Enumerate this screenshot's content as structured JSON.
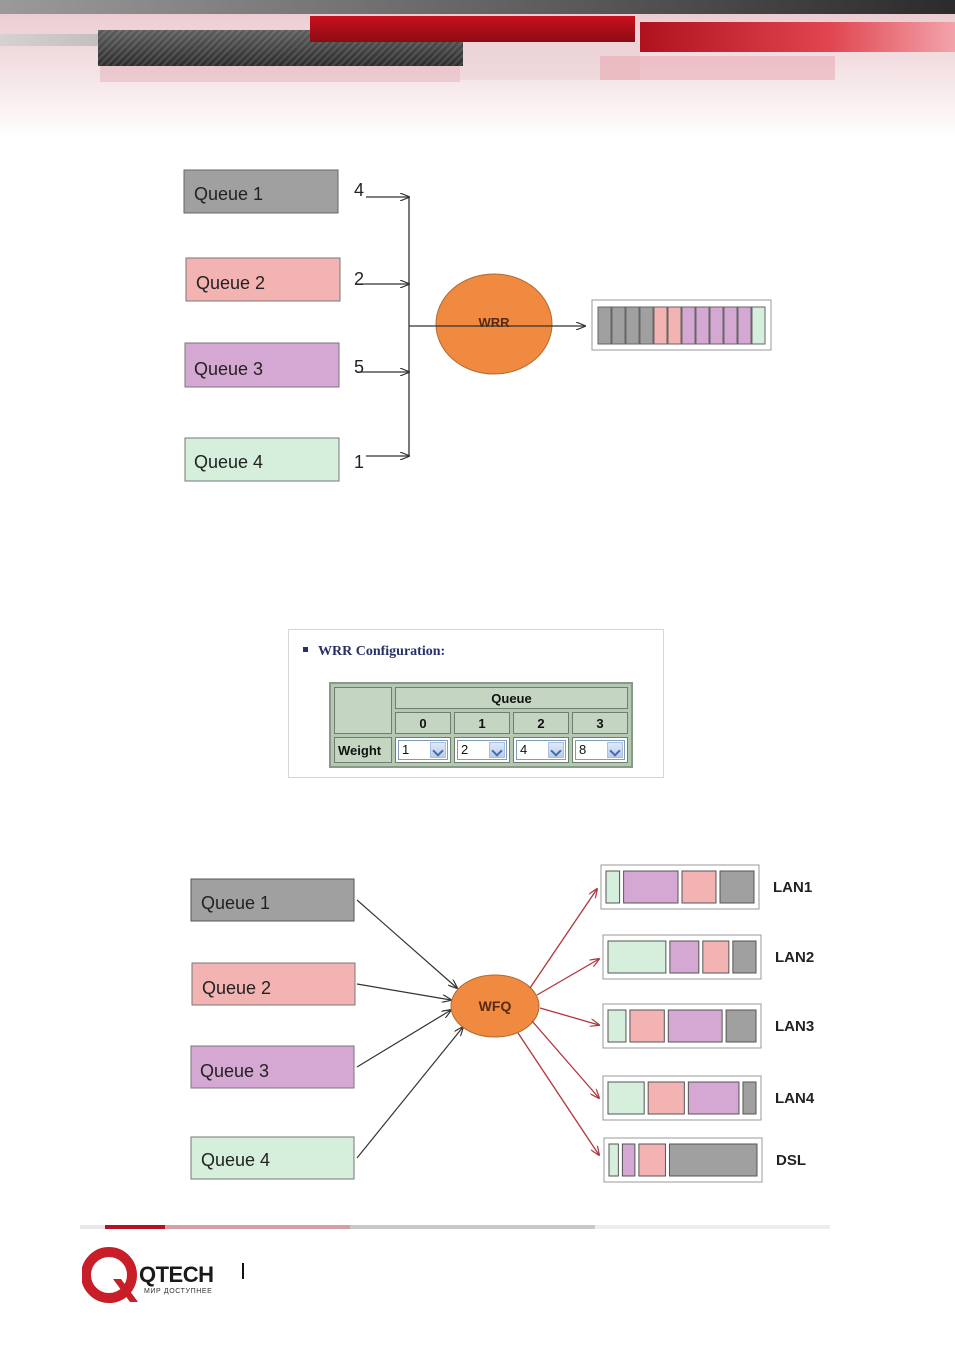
{
  "wrr_diagram": {
    "queues": [
      {
        "label": "Queue 1",
        "weight": "4",
        "color": "#a0a0a0"
      },
      {
        "label": "Queue 2",
        "weight": "2",
        "color": "#f4b3b3"
      },
      {
        "label": "Queue 3",
        "weight": "5",
        "color": "#d4a8d2"
      },
      {
        "label": "Queue 4",
        "weight": "1",
        "color": "#d6efdc"
      }
    ],
    "scheduler_label": "WRR",
    "scheduler_color": "#ef8a40",
    "output_slots": [
      "#a0a0a0",
      "#a0a0a0",
      "#a0a0a0",
      "#a0a0a0",
      "#f4b3b3",
      "#f4b3b3",
      "#d4a8d2",
      "#d4a8d2",
      "#d4a8d2",
      "#d4a8d2",
      "#d4a8d2",
      "#d6efdc"
    ]
  },
  "wrr_config": {
    "title": "WRR Configuration:",
    "queue_header": "Queue",
    "queue_numbers": [
      "0",
      "1",
      "2",
      "3"
    ],
    "weight_label": "Weight",
    "weights": [
      "1",
      "2",
      "4",
      "8"
    ]
  },
  "wfq_diagram": {
    "queues": [
      {
        "label": "Queue 1",
        "color": "#a0a0a0"
      },
      {
        "label": "Queue 2",
        "color": "#f4b3b3"
      },
      {
        "label": "Queue 3",
        "color": "#d4a8d2"
      },
      {
        "label": "Queue 4",
        "color": "#d6efdc"
      }
    ],
    "scheduler_label": "WFQ",
    "scheduler_color": "#ef8a40",
    "outputs": [
      {
        "label": "LAN1",
        "blocks": [
          [
            "#d6efdc",
            1
          ],
          [
            "#d4a8d2",
            4
          ],
          [
            "#f4b3b3",
            2.5
          ],
          [
            "#a0a0a0",
            2.5
          ]
        ]
      },
      {
        "label": "LAN2",
        "blocks": [
          [
            "#d6efdc",
            4
          ],
          [
            "#d4a8d2",
            2
          ],
          [
            "#f4b3b3",
            1.8
          ],
          [
            "#a0a0a0",
            1.6
          ]
        ]
      },
      {
        "label": "LAN3",
        "blocks": [
          [
            "#d6efdc",
            1.2
          ],
          [
            "#f4b3b3",
            2.3
          ],
          [
            "#d4a8d2",
            3.6
          ],
          [
            "#a0a0a0",
            2
          ]
        ]
      },
      {
        "label": "LAN4",
        "blocks": [
          [
            "#d6efdc",
            2.5
          ],
          [
            "#f4b3b3",
            2.5
          ],
          [
            "#d4a8d2",
            3.5
          ],
          [
            "#a0a0a0",
            0.9
          ]
        ]
      },
      {
        "label": "DSL",
        "blocks": [
          [
            "#d6efdc",
            0.6
          ],
          [
            "#d4a8d2",
            0.8
          ],
          [
            "#f4b3b3",
            1.7
          ],
          [
            "#a0a0a0",
            5.6
          ]
        ]
      }
    ]
  },
  "footer": {
    "brand": "QTECH",
    "slogan": "МИР ДОСТУПНЕЕ",
    "brand_color": "#c81e28"
  }
}
